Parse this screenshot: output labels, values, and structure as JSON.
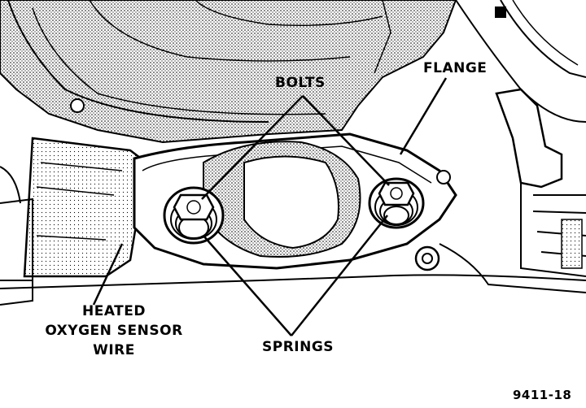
{
  "labels": {
    "bolts": "BOLTS",
    "flange": "FLANGE",
    "sensor_line1": "HEATED",
    "sensor_line2": "OXYGEN SENSOR",
    "sensor_line3": "WIRE",
    "springs": "SPRINGS"
  },
  "figure_number": "9411-18",
  "colors": {
    "ink": "#000000",
    "paper": "#ffffff",
    "shade": "#bdbdbd"
  }
}
